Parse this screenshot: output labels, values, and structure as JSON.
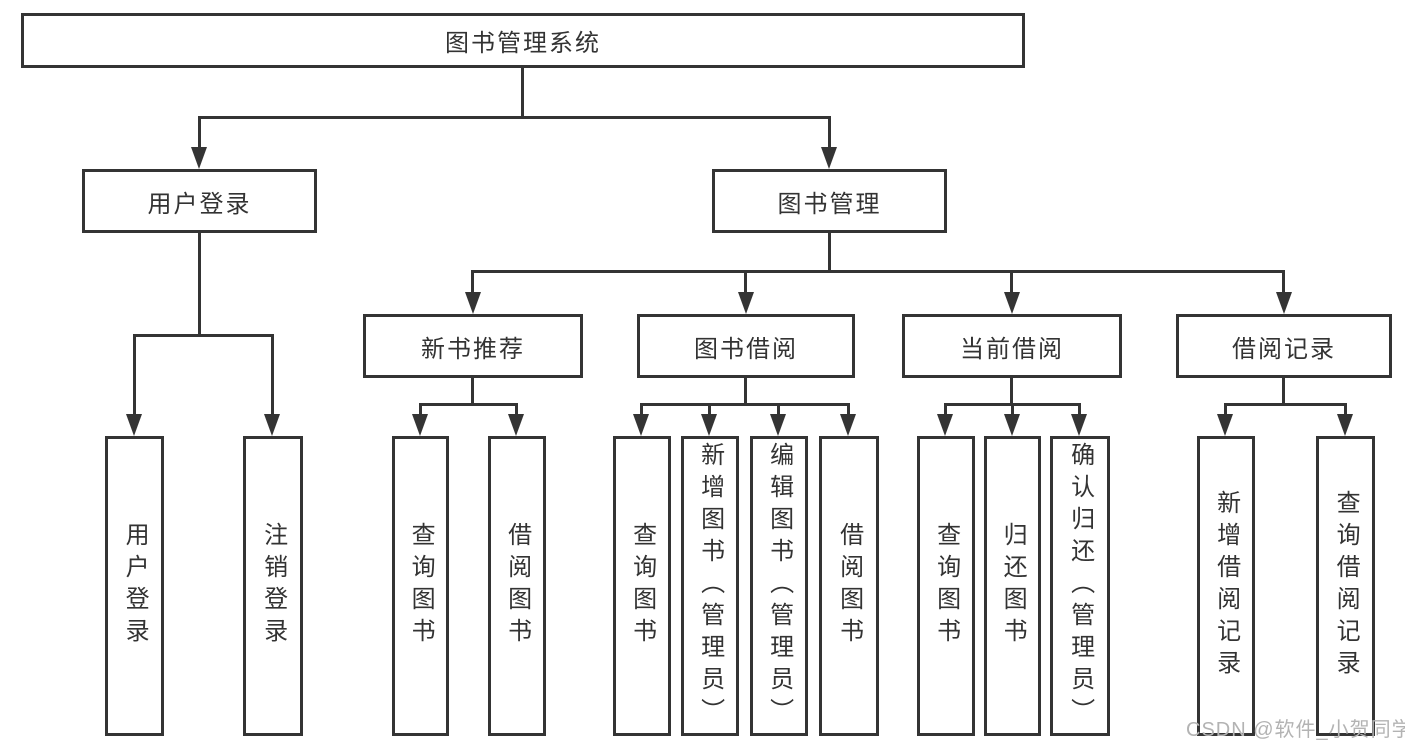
{
  "diagram_title": "图书管理系统",
  "tree": {
    "label": "图书管理系统",
    "children": [
      {
        "label": "用户登录",
        "children": [
          {
            "label": "用户登录"
          },
          {
            "label": "注销登录"
          }
        ]
      },
      {
        "label": "图书管理",
        "children": [
          {
            "label": "新书推荐",
            "children": [
              {
                "label": "查询图书"
              },
              {
                "label": "借阅图书"
              }
            ]
          },
          {
            "label": "图书借阅",
            "children": [
              {
                "label": "查询图书"
              },
              {
                "label": "新增图书（管理员）"
              },
              {
                "label": "编辑图书（管理员）"
              },
              {
                "label": "借阅图书"
              }
            ]
          },
          {
            "label": "当前借阅",
            "children": [
              {
                "label": "查询图书"
              },
              {
                "label": "归还图书"
              },
              {
                "label": "确认归还（管理员）"
              }
            ]
          },
          {
            "label": "借阅记录",
            "children": [
              {
                "label": "新增借阅记录"
              },
              {
                "label": "查询借阅记录"
              }
            ]
          }
        ]
      }
    ]
  },
  "watermark": "CSDN @软件_小贺同学",
  "colors": {
    "line": "#343434",
    "text": "#333333",
    "watermark": "#b3b3b3",
    "background": "#ffffff"
  }
}
